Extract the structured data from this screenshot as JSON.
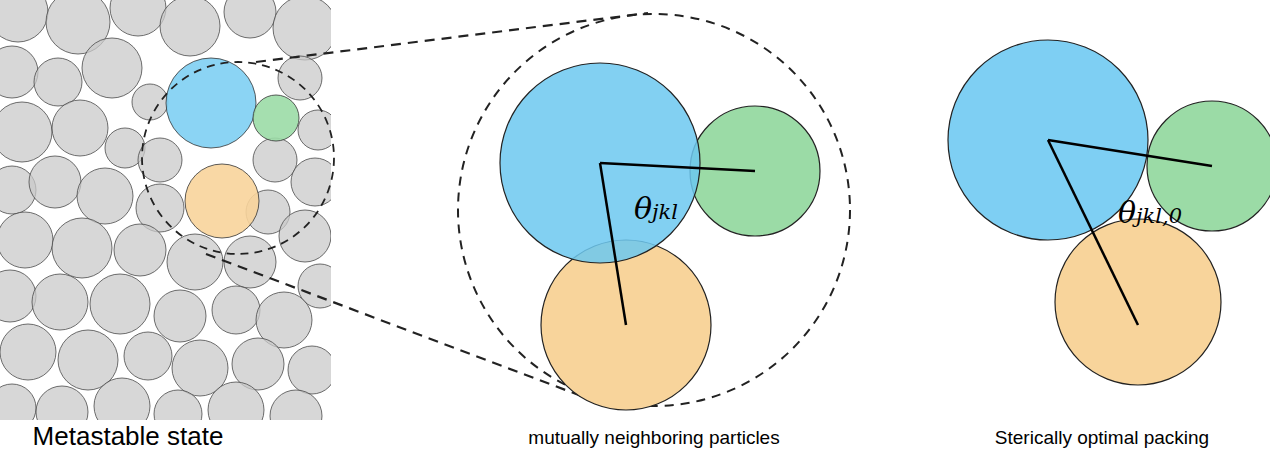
{
  "diagram": {
    "labels": [
      "Metastable state",
      "θjkl",
      "θjkl,0",
      "mutually neighboring particles",
      "Sterically optimal packing"
    ]
  }
}
